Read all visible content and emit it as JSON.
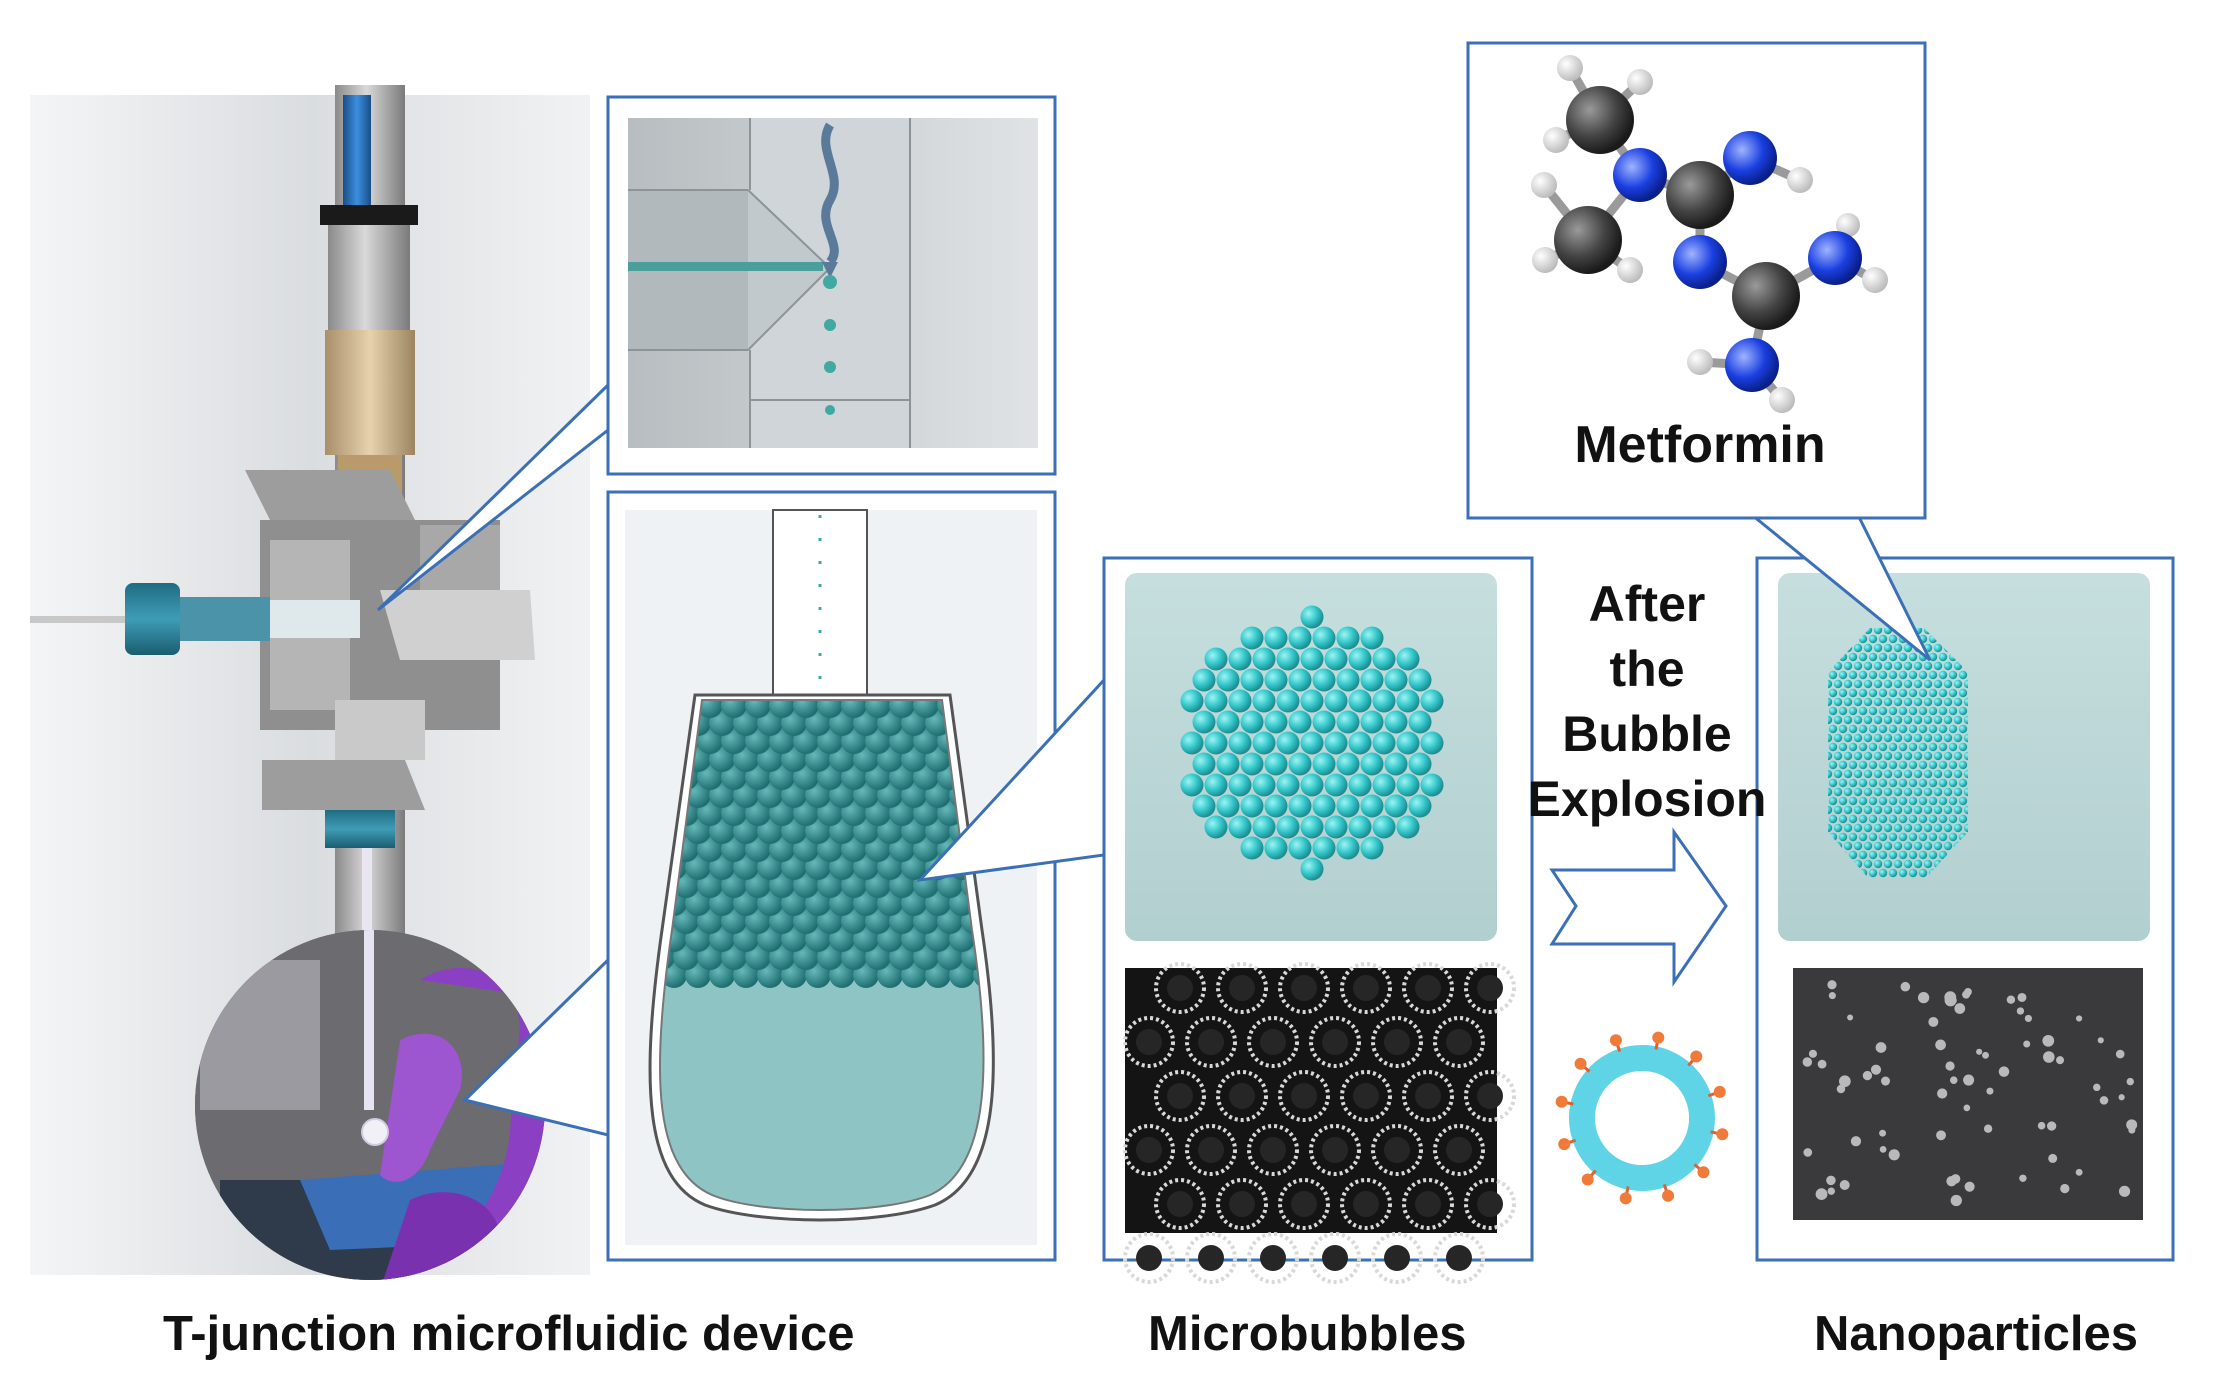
{
  "captions": {
    "device": "T-junction microfluidic device",
    "microbubbles": "Microbubbles",
    "nanoparticles": "Nanoparticles"
  },
  "molecule": {
    "name": "Metformin"
  },
  "process_arrow": {
    "lines": [
      "After",
      "the",
      "Bubble",
      "Explosion"
    ]
  },
  "colors": {
    "frame": "#3b6fb6",
    "bubble": "#35c9cc",
    "bubble_dark": "#2a8f91",
    "liquid": "#8fc4c4",
    "glove": "#8b3fc2",
    "nitrogen": "#1a3fe0",
    "carbon": "#444444"
  },
  "icons": [
    "t-junction-photo",
    "channel-zoom",
    "collection-flask",
    "microbubble-array",
    "microscope-image",
    "nanoparticle-array",
    "sem-image",
    "liposome-icon",
    "process-arrow-icon",
    "metformin-molecule"
  ]
}
